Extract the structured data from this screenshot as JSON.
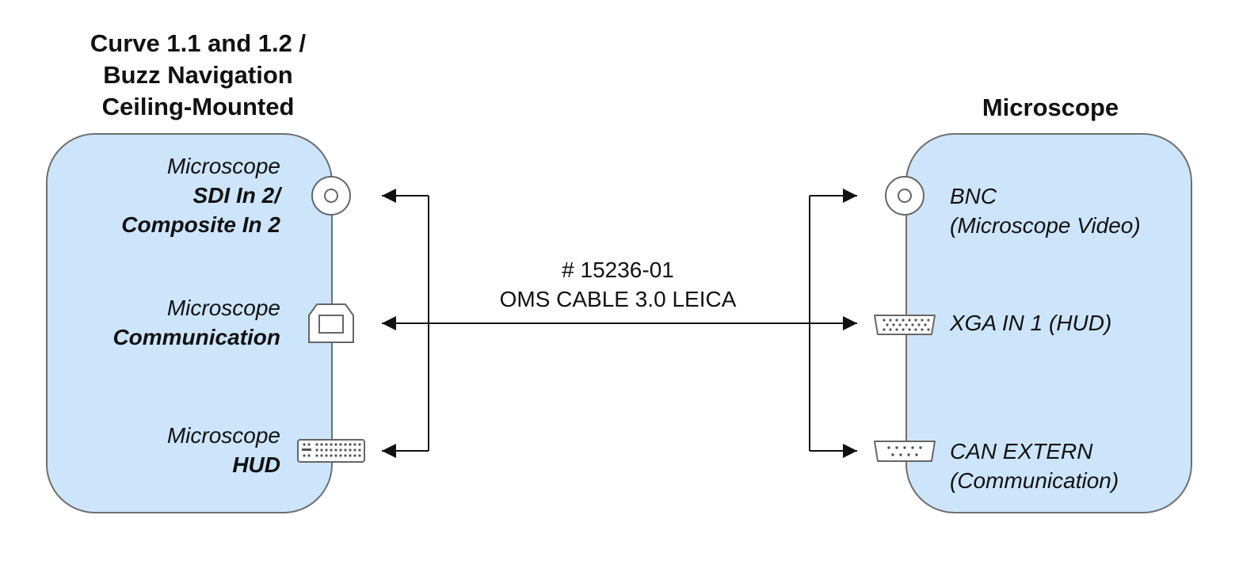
{
  "left_device": {
    "title_lines": [
      "Curve 1.1 and 1.2 /",
      "Buzz Navigation",
      "Ceiling-Mounted"
    ],
    "ports": [
      {
        "label": "Microscope",
        "name_lines": [
          "SDI In 2/",
          "Composite In 2"
        ],
        "icon": "bnc-connector-icon"
      },
      {
        "label": "Microscope",
        "name_lines": [
          "Communication"
        ],
        "icon": "usb-b-connector-icon"
      },
      {
        "label": "Microscope",
        "name_lines": [
          "HUD"
        ],
        "icon": "dvi-connector-icon"
      }
    ]
  },
  "right_device": {
    "title": "Microscope",
    "ports": [
      {
        "lines": [
          "BNC",
          "(Microscope Video)"
        ],
        "icon": "bnc-connector-icon"
      },
      {
        "lines": [
          "XGA IN 1 (HUD)"
        ],
        "icon": "vga-connector-icon"
      },
      {
        "lines": [
          "CAN EXTERN",
          "(Communication)"
        ],
        "icon": "dsub9-connector-icon"
      }
    ]
  },
  "cable": {
    "part_number": "# 15236-01",
    "name": "OMS CABLE 3.0 LEICA"
  },
  "colors": {
    "device_fill": "#cce5fb",
    "device_border": "#6f6f6f",
    "line": "#111111"
  }
}
